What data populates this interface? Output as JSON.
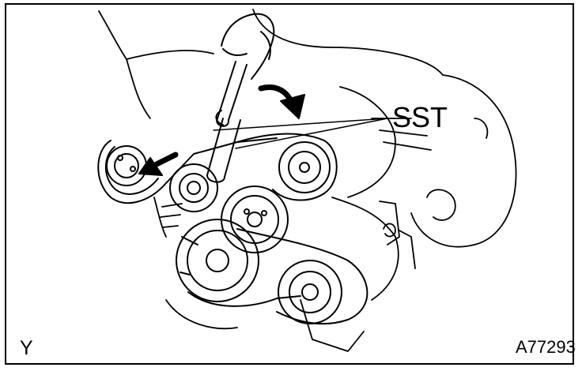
{
  "labels": {
    "sst": "SST",
    "corner_left": "Y",
    "corner_right": "A77293"
  },
  "colors": {
    "line": "#000000",
    "background": "#ffffff"
  },
  "icons": {
    "arrow_clockwise": "curved-arrow-icon",
    "arrow_left": "arrow-left-icon"
  }
}
